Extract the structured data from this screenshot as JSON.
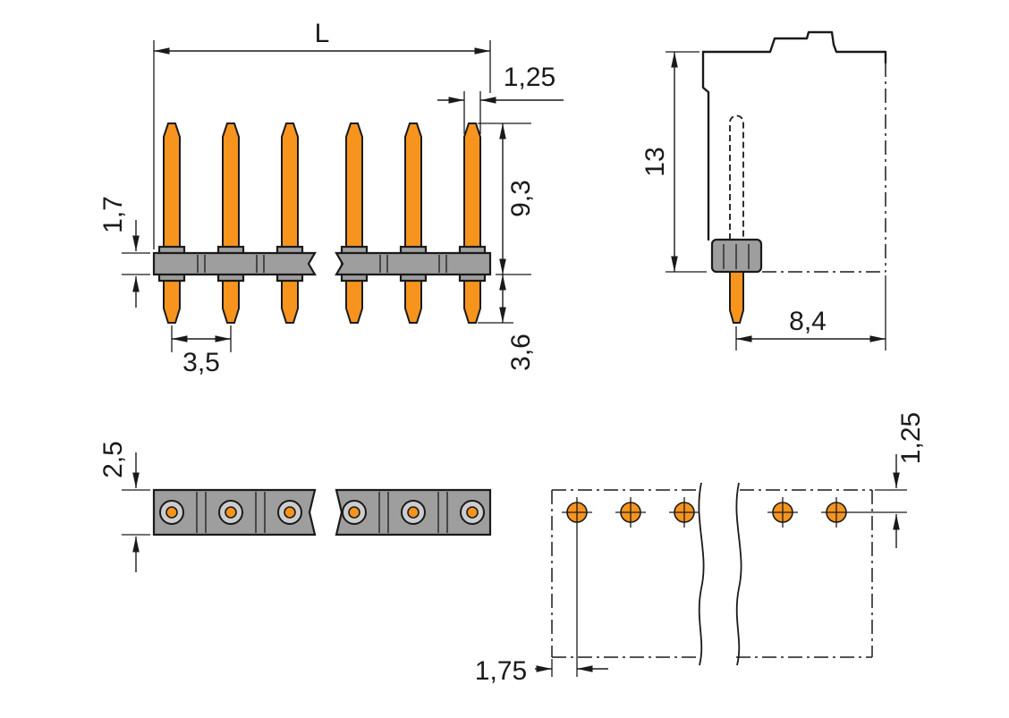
{
  "front_view": {
    "overall_length": "L",
    "pin_width": "1,25",
    "strip_thickness": "1,7",
    "pin_height": "9,3",
    "pin_pitch": "3,5",
    "solder_pin_length": "3,6"
  },
  "side_view": {
    "total_height": "13",
    "pin_to_edge": "8,4"
  },
  "top_view": {
    "strip_width": "2,5"
  },
  "footprint_view": {
    "edge_to_first_hole": "1,75",
    "edge_to_hole_row": "1,25"
  },
  "colors": {
    "pin_orange": "#F7941D",
    "housing_gray": "#9E9E9E",
    "line": "#1A1A1A",
    "background": "#FFFFFF"
  }
}
